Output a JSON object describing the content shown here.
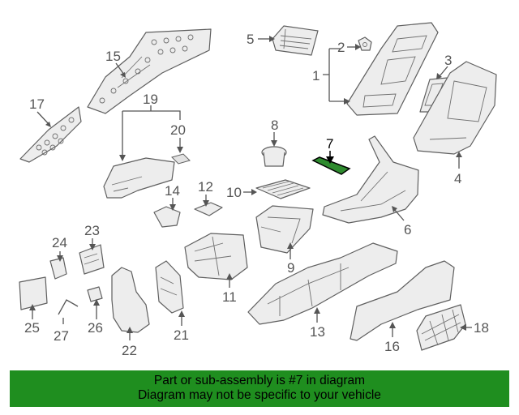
{
  "diagram": {
    "highlighted_callout": "7",
    "colors": {
      "highlight": "#2e8b2e",
      "banner": "#1f8e1f",
      "lines": "#555555"
    },
    "callouts": {
      "c1": "1",
      "c2": "2",
      "c3": "3",
      "c4": "4",
      "c5": "5",
      "c6": "6",
      "c7": "7",
      "c8": "8",
      "c9": "9",
      "c10": "10",
      "c11": "11",
      "c12": "12",
      "c13": "13",
      "c14": "14",
      "c15": "15",
      "c16": "16",
      "c17": "17",
      "c18": "18",
      "c19": "19",
      "c20": "20",
      "c21": "21",
      "c22": "22",
      "c23": "23",
      "c24": "24",
      "c25": "25",
      "c26": "26",
      "c27": "27"
    }
  },
  "banner": {
    "line1": "Part or sub-assembly is #7 in diagram",
    "line2": "Diagram may not be specific to your vehicle"
  }
}
